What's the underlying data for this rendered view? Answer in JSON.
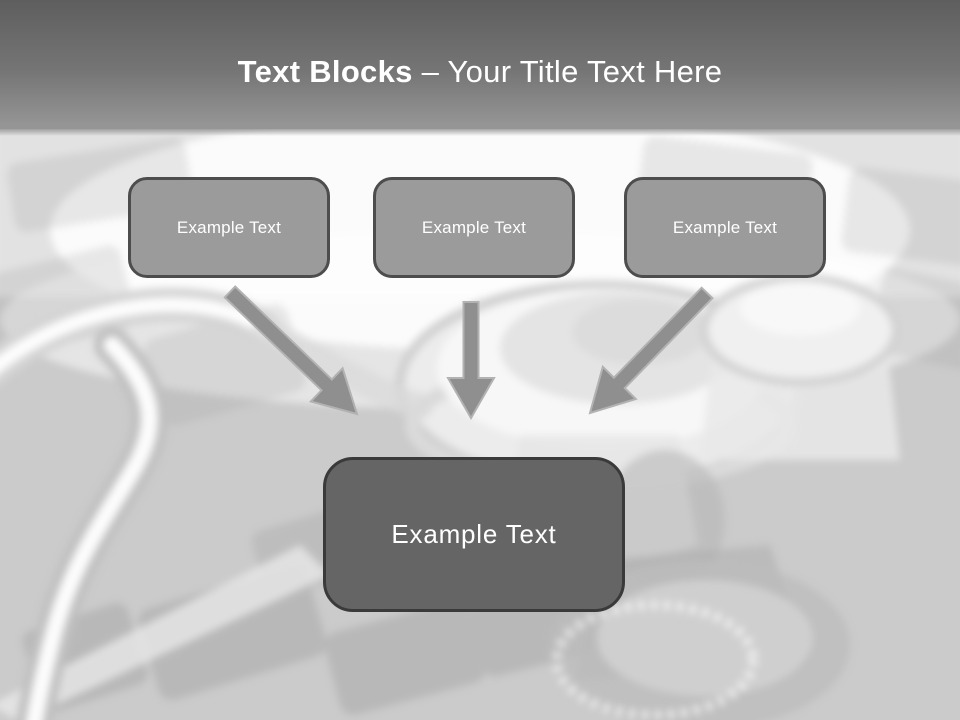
{
  "title": {
    "bold": "Text Blocks",
    "regular": "– Your Title Text Here"
  },
  "top_boxes": [
    {
      "label": "Example Text"
    },
    {
      "label": "Example Text"
    },
    {
      "label": "Example Text"
    }
  ],
  "center_box": {
    "label": "Example Text"
  },
  "arrows": [
    {
      "icon": "arrow-down-right-icon"
    },
    {
      "icon": "arrow-down-icon"
    },
    {
      "icon": "arrow-down-left-icon"
    }
  ],
  "background": {
    "description": "faded grayscale photo of stethoscope on laptop keyboard"
  },
  "colors": {
    "canvas_bg": "#cbcbcb",
    "header_top": "#5e5e5e",
    "header_bottom": "#959595",
    "title_text": "#ffffff",
    "top_box_fill": "#9b9b9b",
    "top_box_border": "#4d4d4d",
    "top_box_text": "#ffffff",
    "center_box_fill": "#656565",
    "center_box_border": "#3a3a3a",
    "center_box_text": "#ffffff",
    "arrow_fill": "#8f8f8f",
    "arrow_outline": "#b2b2b2"
  }
}
